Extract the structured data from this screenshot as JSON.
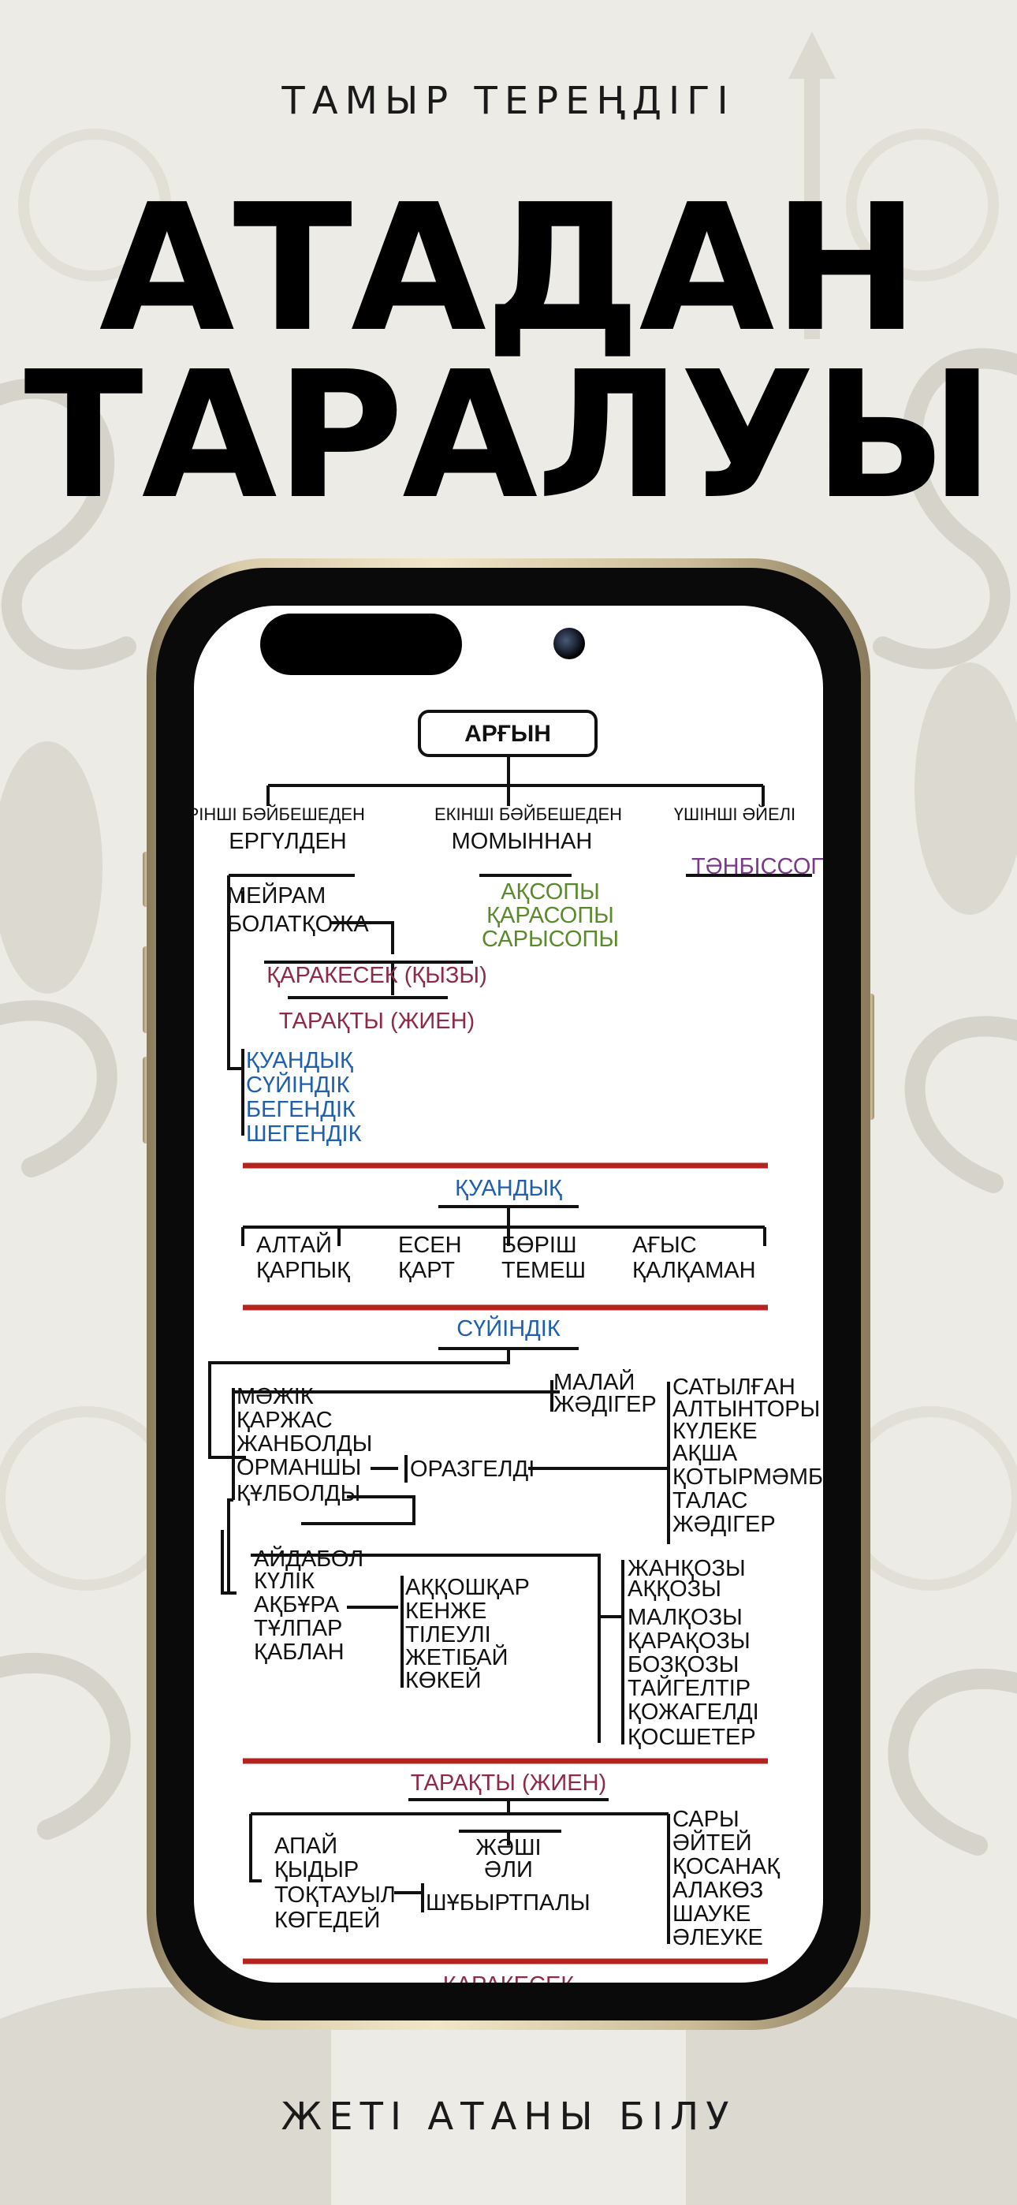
{
  "header": {
    "kicker": "ТАМЫР ТЕРЕҢДІГІ",
    "title_line1": "АТАДАН",
    "title_line2": "ТАРАЛУЫ",
    "footer": "ЖЕТІ АТАНЫ БІЛУ"
  },
  "tree": {
    "root": "АРҒЫН",
    "branch1_note": "БІРІНШІ БӘЙБЕШЕДЕН",
    "branch1_name": "ЕРГҮЛДЕН",
    "branch2_note": "ЕКІНШІ БӘЙБЕШЕДЕН",
    "branch2_name": "МОМЫННАН",
    "branch3_note": "ҮШІНШІ ӘЙЕЛІ",
    "branch3_name": "ТӘНБІССОПЫ",
    "momyn_sons": [
      "АҚСОПЫ",
      "ҚАРАСОПЫ",
      "САРЫСОПЫ"
    ],
    "meyram": "МЕЙРАМ",
    "bolatkozha": "БОЛАТҚОЖА",
    "karakesek_kyzy": "ҚАРАКЕСЕК (ҚЫЗЫ)",
    "taraqty_zhien": "ТАРАҚТЫ (ЖИЕН)",
    "meyram_sons": [
      "ҚУАНДЫҚ",
      "СҮЙІНДІК",
      "БЕГЕНДІК",
      "ШЕГЕНДІК"
    ],
    "quandyq_title": "ҚУАНДЫҚ",
    "quandyq_sons": [
      [
        "АЛТАЙ",
        "ҚАРПЫҚ"
      ],
      [
        "ЕСЕН",
        "ҚАРТ"
      ],
      [
        "БӨРІШ",
        "ТЕМЕШ"
      ],
      [
        "АҒЫС",
        "ҚАЛҚАМАН"
      ]
    ],
    "suyindik_title": "СҮЙІНДІК",
    "suyindik_sons": [
      "МӘЖІК",
      "ҚАРЖАС",
      "ЖАНБОЛДЫ",
      "ОРМАНШЫ",
      "ҚҰЛБОЛДЫ"
    ],
    "malai_group": [
      "МАЛАЙ",
      "ЖӘДІГЕР"
    ],
    "orazgeldi": "ОРАЗГЕЛДІ",
    "orazgeldi_sons": [
      "САТЫЛҒАН",
      "АЛТЫНТОРЫ",
      "КҮЛЕКЕ",
      "АҚША",
      "ҚОТЫРМӘМБЕТ",
      "ТАЛАС",
      "ЖӘДІГЕР"
    ],
    "kulboldy_sons": [
      "АЙДАБОЛ",
      "КҮЛІК",
      "АҚБҰРА",
      "ТҰЛПАР",
      "ҚАБЛАН"
    ],
    "akbura_sons": [
      "АҚҚОШҚАР",
      "КЕНЖЕ",
      "ТІЛЕУЛІ",
      "ЖЕТІБАЙ",
      "КӨКЕЙ"
    ],
    "aidabol_sons": [
      "ЖАНҚОЗЫ",
      "АҚҚОЗЫ",
      "МАЛҚОЗЫ",
      "ҚАРАҚОЗЫ",
      "БОЗҚОЗЫ",
      "ТАЙГЕЛТІР",
      "ҚОЖАГЕЛДІ",
      "ҚОСШЕТЕР"
    ],
    "taraqty_title": "ТАРАҚТЫ (ЖИЕН)",
    "taraqty_left": [
      "АПАЙ",
      "ҚЫДЫР",
      "ТОҚТАУЫЛ",
      "КӨГЕДЕЙ"
    ],
    "shubyrtpaly": "ШҰБЫРТПАЛЫ",
    "zhashi_group": [
      "ЖӘШІ",
      "ӘЛИ"
    ],
    "taraqty_right": [
      "САРЫ",
      "ӘЙТЕЙ",
      "ҚОСАНАҚ",
      "АЛАКӨЗ",
      "ШАУКЕ",
      "ӘЛЕУКЕ"
    ],
    "karakesek_title": "ҚАРАКЕСЕК"
  },
  "colors": {
    "background": "#ecebe6",
    "blue": "#1f5fae",
    "green": "#5a8a2c",
    "purple": "#7a3a8a",
    "maroon": "#8e2a45",
    "red_rule": "#b5231f",
    "black": "#111111"
  }
}
